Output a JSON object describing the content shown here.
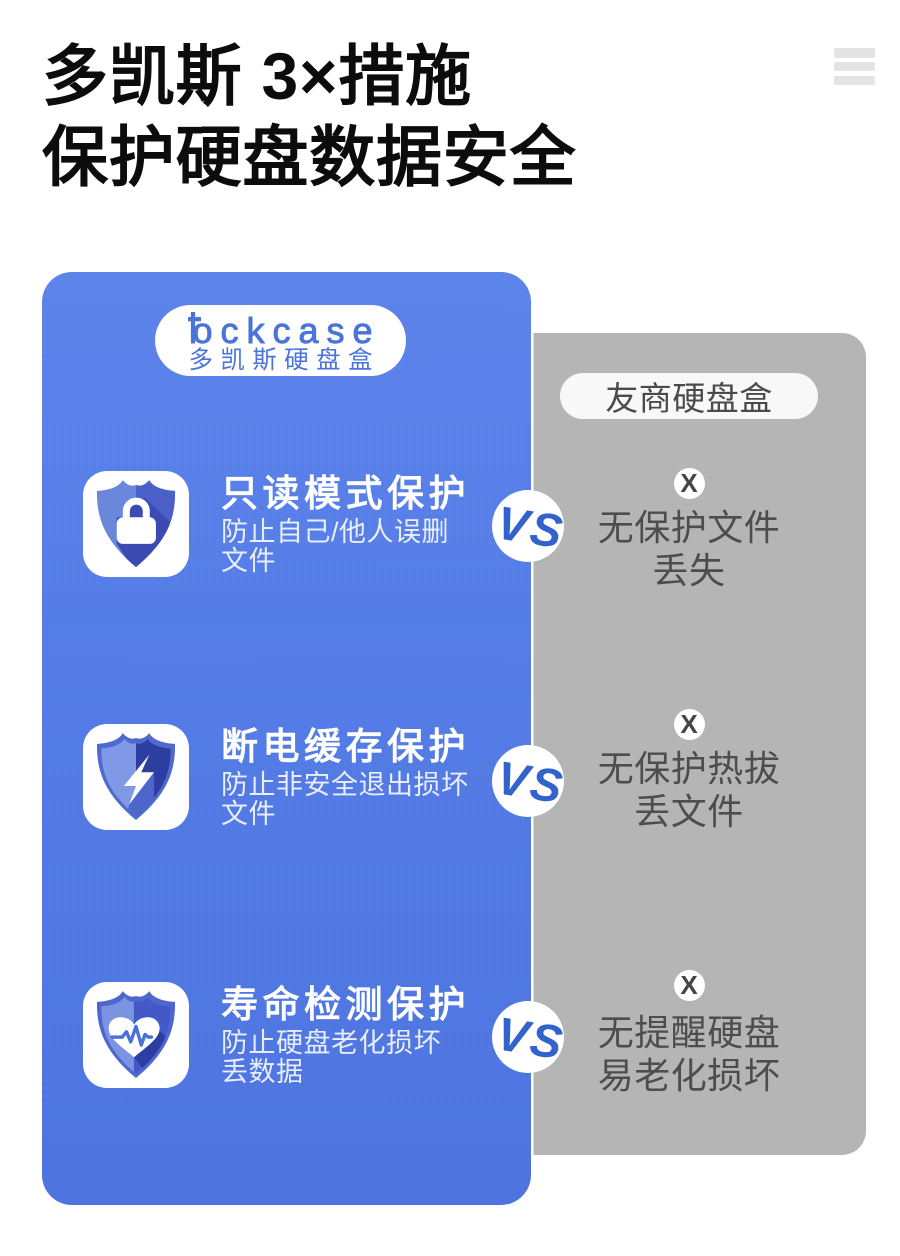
{
  "page": {
    "background": "#ffffff"
  },
  "header": {
    "title_line1": "多凯斯 3×措施",
    "title_line2": "保护硬盘数据安全",
    "menu_icon": "hamburger-menu-icon"
  },
  "brand_card": {
    "accent_color": "#4f78e4",
    "logo": {
      "brand_name": "Dockcase",
      "wordmark_text": "ockcase",
      "subtitle": "多凯斯硬盘盒"
    },
    "features": [
      {
        "icon": "shield-lock-icon",
        "title": "只读模式保护",
        "desc_line1": "防止自己/他人误删",
        "desc_line2": "文件"
      },
      {
        "icon": "shield-lightning-icon",
        "title": "断电缓存保护",
        "desc_line1": "防止非安全退出损坏",
        "desc_line2": "文件"
      },
      {
        "icon": "shield-heartbeat-icon",
        "title": "寿命检测保护",
        "desc_line1": "防止硬盘老化损坏",
        "desc_line2": "丢数据"
      }
    ]
  },
  "competitor_card": {
    "background_color": "#b5b5b5",
    "label": "友商硬盘盒",
    "drawbacks": [
      {
        "mark": "X",
        "line1": "无保护文件",
        "line2": "丢失"
      },
      {
        "mark": "X",
        "line1": "无保护热拔",
        "line2": "丢文件"
      },
      {
        "mark": "X",
        "line1": "无提醒硬盘",
        "line2": "易老化损坏"
      }
    ]
  },
  "versus": {
    "label": "VS",
    "color": "#3565cd"
  }
}
